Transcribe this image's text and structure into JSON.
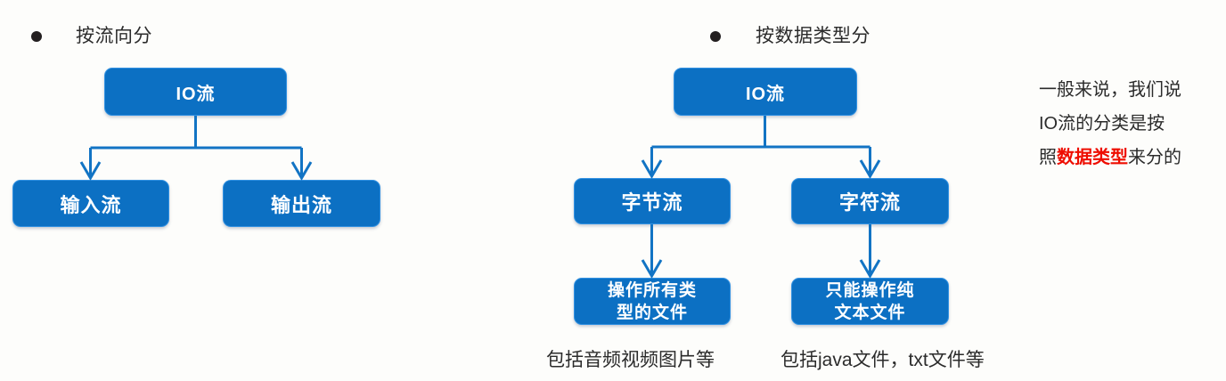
{
  "sections": [
    {
      "bullet_icon": "bullet-dot-icon",
      "heading": "按流向分",
      "root": {
        "label": "IO流"
      },
      "children": [
        {
          "label": "输入流"
        },
        {
          "label": "输出流"
        }
      ]
    },
    {
      "bullet_icon": "bullet-dot-icon",
      "heading": "按数据类型分",
      "root": {
        "label": "IO流"
      },
      "children": [
        {
          "label": "字节流"
        },
        {
          "label": "字符流"
        }
      ],
      "leaves": [
        {
          "line1": "操作所有类",
          "line2": "型的文件",
          "caption": "包括音频视频图片等"
        },
        {
          "line1": "只能操作纯",
          "line2": "文本文件",
          "caption": "包括java文件，txt文件等"
        }
      ]
    }
  ],
  "note": {
    "line1": "一般来说，我们说",
    "line2": "IO流的分类是按",
    "line3_prefix": "照",
    "line3_highlight": "数据类型",
    "line3_suffix": "来分的"
  },
  "colors": {
    "node_fill": "#0c70c3",
    "node_border": "#3191e2",
    "connector": "#1274c4",
    "text_dark": "#2b2b2b",
    "highlight_red": "#ee0d00",
    "background": "#fdfdfb"
  }
}
